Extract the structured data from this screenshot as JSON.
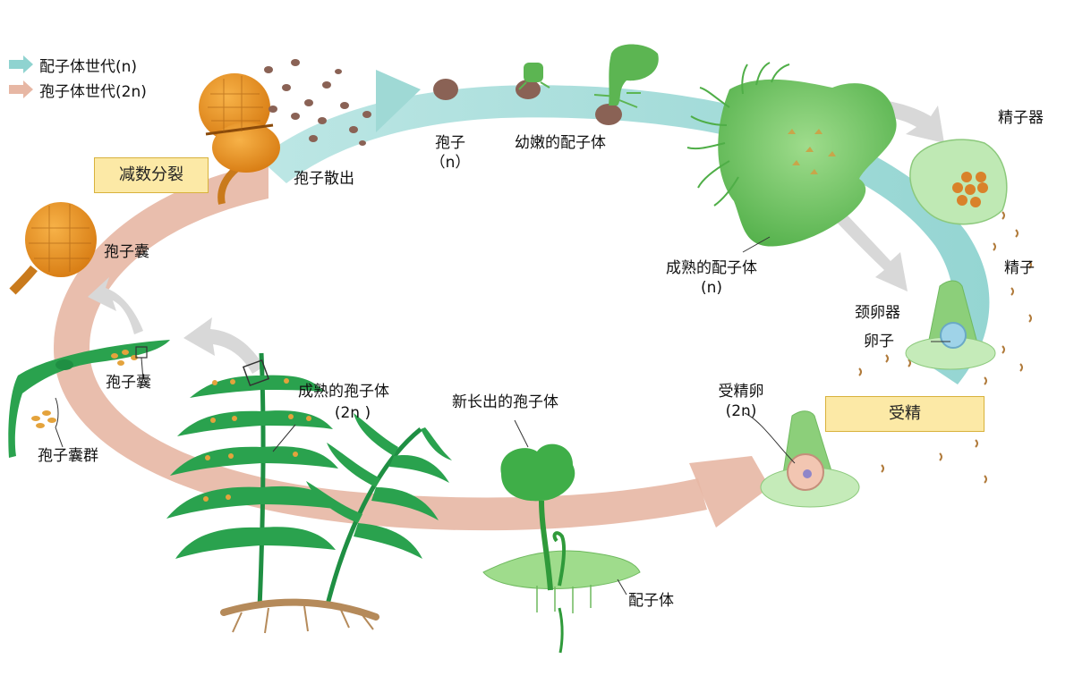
{
  "legend": {
    "gametophyte": {
      "label": "配子体世代(n)",
      "color": "#8fd3d0"
    },
    "sporophyte": {
      "label": "孢子体世代(2n)",
      "color": "#e7b7a4"
    }
  },
  "labels": {
    "spore_release": "孢子散出",
    "spore": "孢子",
    "spore_n": "（n）",
    "young_gametophyte": "幼嫩的配子体",
    "antheridium": "精子器",
    "sperm": "精子",
    "mature_gametophyte": "成熟的配子体",
    "mature_gametophyte_n": "(n)",
    "archegonium": "颈卵器",
    "egg": "卵子",
    "zygote": "受精卵",
    "zygote_2n": "(2n)",
    "new_sporophyte": "新长出的孢子体",
    "gametophyte": "配子体",
    "mature_sporophyte": "成熟的孢子体",
    "mature_sporophyte_2n": "(2n )",
    "sporangium_small": "孢子囊",
    "sori": "孢子囊群",
    "sporangium": "孢子囊"
  },
  "boxes": {
    "meiosis": "减数分裂",
    "fertilization": "受精"
  }
}
